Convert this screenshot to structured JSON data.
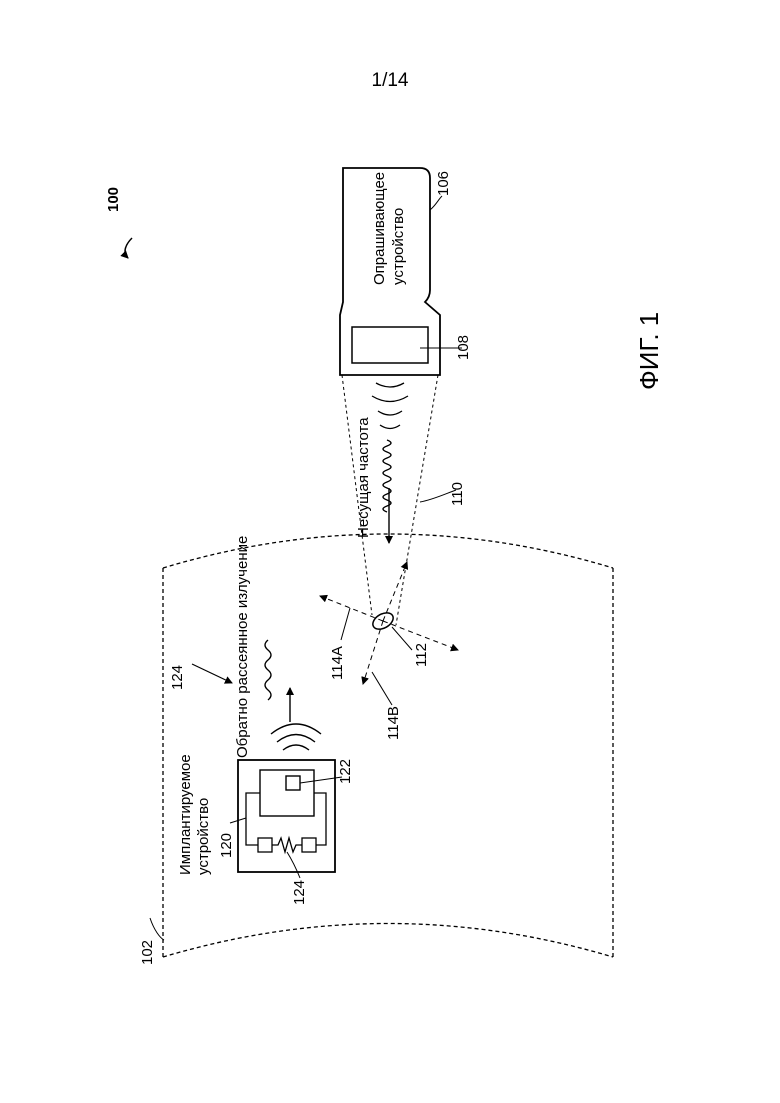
{
  "page_number": "1/14",
  "figure_caption": "ФИГ. 1",
  "labels": {
    "system": "100",
    "tissue": "102",
    "interrogator": "106",
    "interrogator_window": "108",
    "carrier_beam": "110",
    "target": "112",
    "wave_a": "114A",
    "wave_b": "114B",
    "implant": "120",
    "implant_chip": "122",
    "backscatter_ref": "124",
    "implant_resistor": "124"
  },
  "texts": {
    "interrogator_line1": "Опрашивающее",
    "interrogator_line2": "устройство",
    "carrier": "Несущая частота",
    "backscatter": "Обратно рассеянное излучение",
    "implant_line1": "Имплантируемое",
    "implant_line2": "устройство"
  }
}
